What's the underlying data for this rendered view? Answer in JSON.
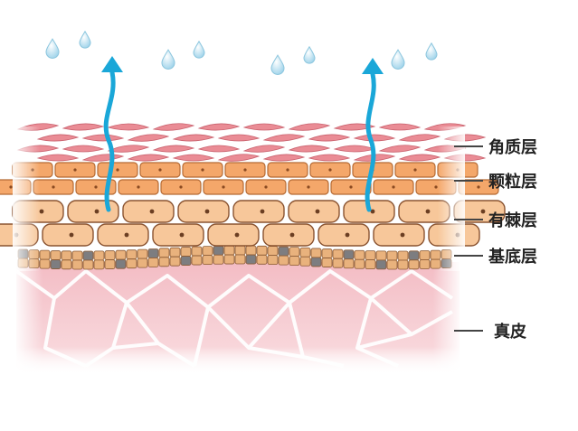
{
  "diagram": {
    "layers": [
      {
        "id": "stratum-corneum",
        "label": "角质层"
      },
      {
        "id": "stratum-granulosum",
        "label": "颗粒层"
      },
      {
        "id": "stratum-spinosum",
        "label": "有棘层"
      },
      {
        "id": "stratum-basale",
        "label": "基底层"
      },
      {
        "id": "dermis",
        "label": "真皮"
      }
    ],
    "colors": {
      "corneum": "#e8808a",
      "granular": "#f4a76a",
      "spinous": "#f7c79a",
      "basal": "#e9b27d",
      "basal_dark": "#7d7d80",
      "dermis": "#f3c1c8",
      "dermis_lines": "#ffffff",
      "droplet": "#bfe3f2",
      "arrow": "#1aa7d8"
    }
  }
}
